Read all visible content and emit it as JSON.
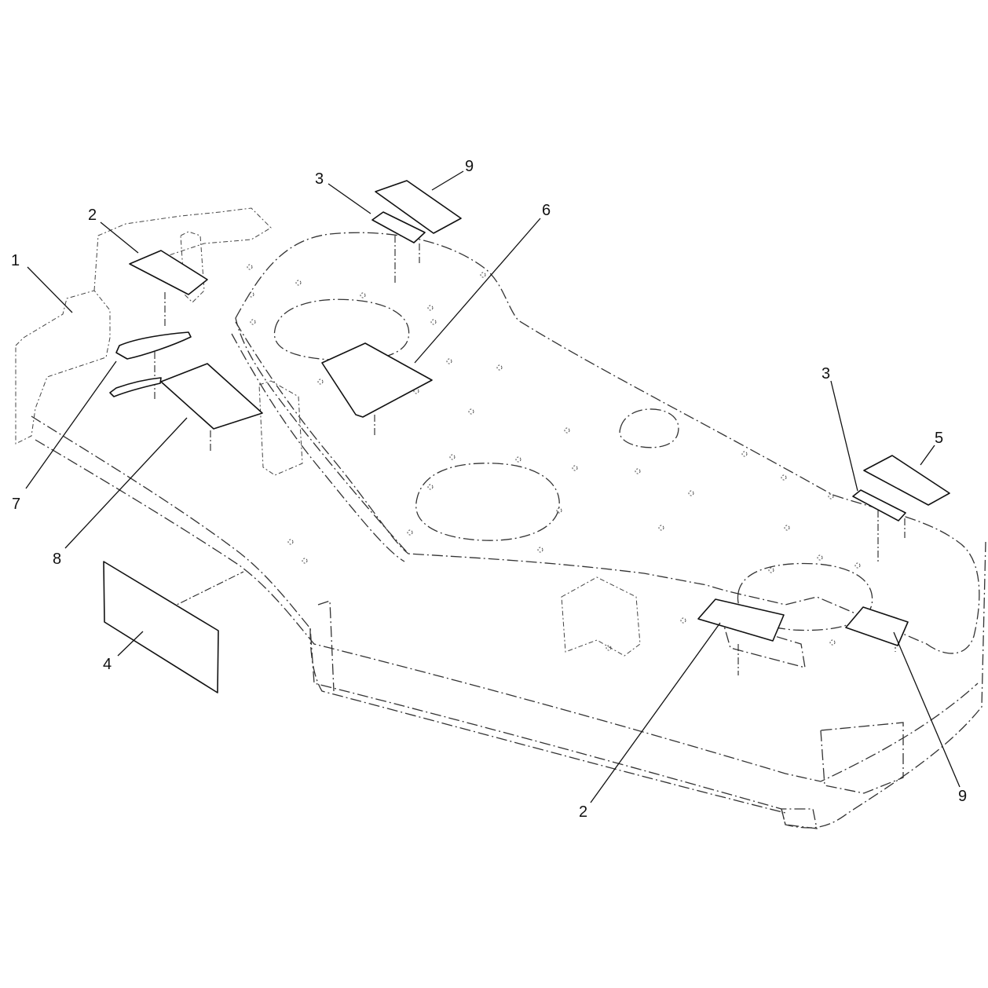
{
  "callouts": [
    {
      "id": "c1",
      "label": "1"
    },
    {
      "id": "c2a",
      "label": "2"
    },
    {
      "id": "c3a",
      "label": "3"
    },
    {
      "id": "c9a",
      "label": "9"
    },
    {
      "id": "c6",
      "label": "6"
    },
    {
      "id": "c7",
      "label": "7"
    },
    {
      "id": "c8",
      "label": "8"
    },
    {
      "id": "c4",
      "label": "4"
    },
    {
      "id": "c3b",
      "label": "3"
    },
    {
      "id": "c5",
      "label": "5"
    },
    {
      "id": "c2b",
      "label": "2"
    },
    {
      "id": "c9b",
      "label": "9"
    }
  ]
}
